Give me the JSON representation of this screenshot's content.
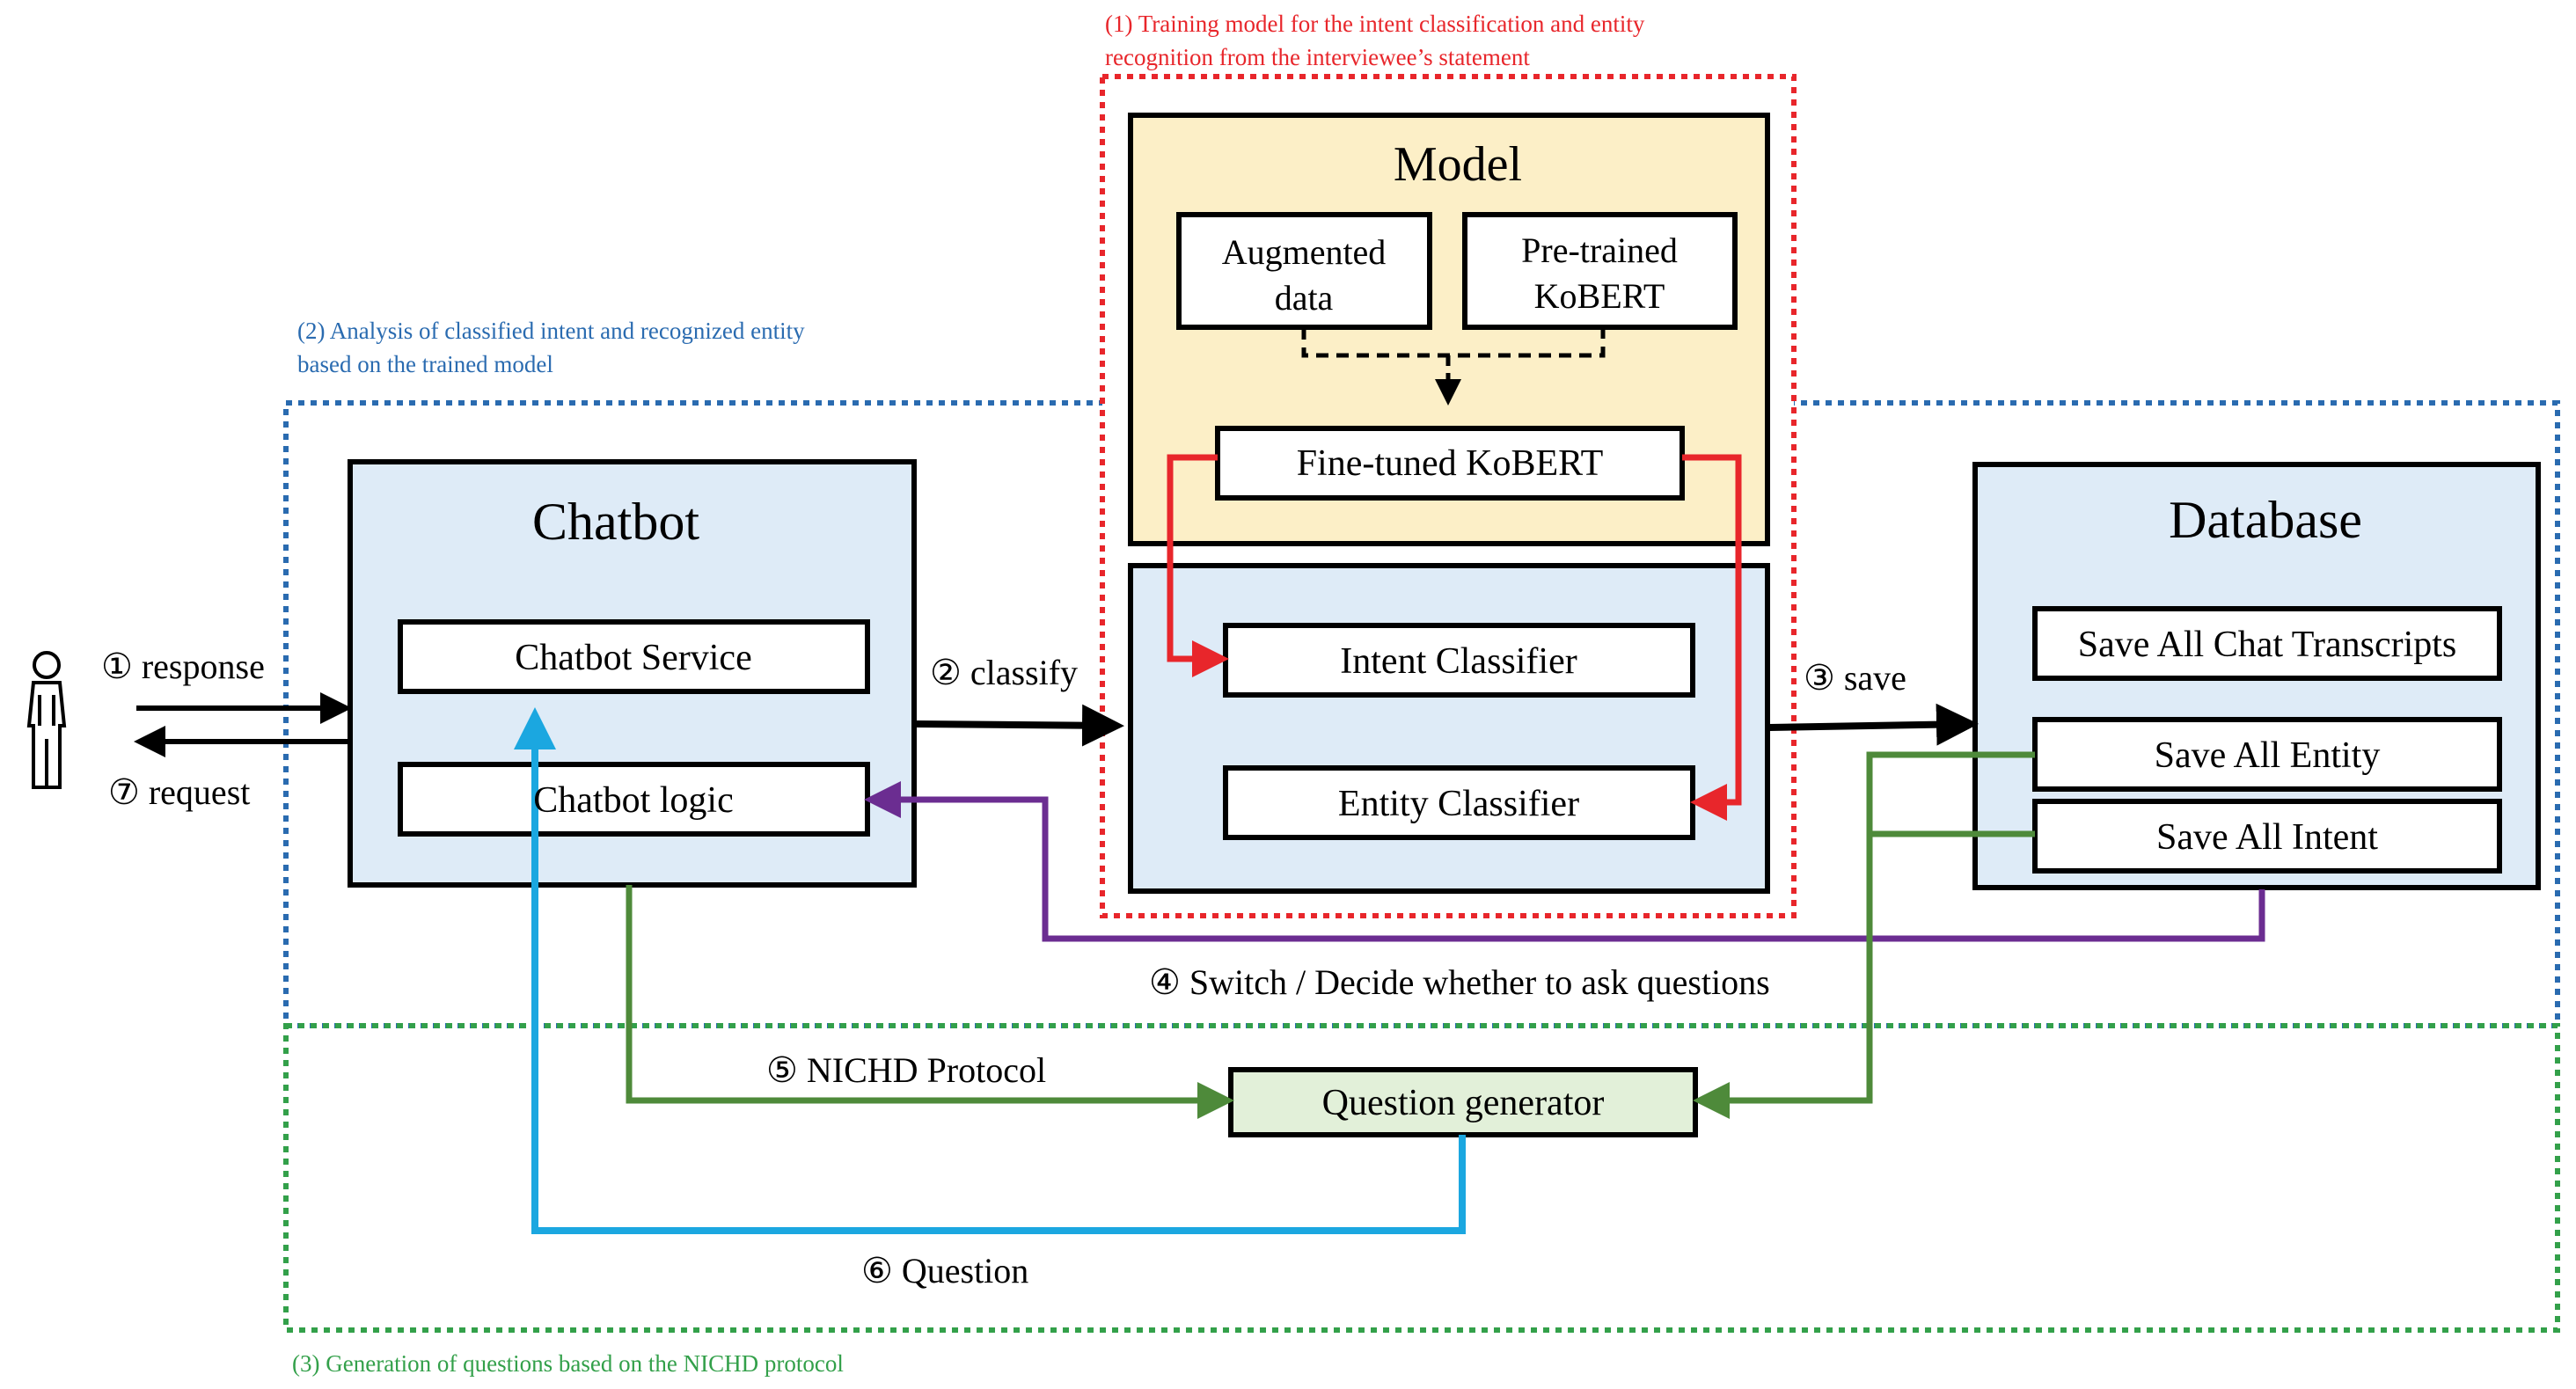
{
  "regions": {
    "training": {
      "caption_line1": "(1) Training model for the intent classification and entity",
      "caption_line2": "recognition  from the interviewee’s statement",
      "color": "#e8262b"
    },
    "analysis": {
      "caption_line1": "(2) Analysis of classified intent and recognized entity",
      "caption_line2": "based on the trained model",
      "color": "#2a6bb0"
    },
    "generation": {
      "caption": "(3) Generation of questions based on the NICHD protocol",
      "color": "#33a04a"
    }
  },
  "model": {
    "title": "Model",
    "augmented_line1": "Augmented",
    "augmented_line2": "data",
    "pretrained_line1": "Pre-trained",
    "pretrained_line2": "KoBERT",
    "finetuned": "Fine-tuned KoBERT",
    "fill": "#fcefc7"
  },
  "classifier": {
    "intent": "Intent Classifier",
    "entity": "Entity Classifier"
  },
  "chatbot": {
    "title": "Chatbot",
    "service": "Chatbot Service",
    "logic": "Chatbot logic",
    "fill": "#deebf7"
  },
  "database": {
    "title": "Database",
    "transcripts": "Save All Chat Transcripts",
    "entity": "Save All Entity",
    "intent": "Save All Intent"
  },
  "question_generator": {
    "label": "Question generator",
    "fill": "#e2f0d9"
  },
  "steps": {
    "response": "① response",
    "classify": "② classify",
    "save": "③ save",
    "switch": "④ Switch / Decide whether to ask questions",
    "nichd": "⑤ NICHD Protocol",
    "question": "⑥ Question",
    "request": "⑦ request"
  },
  "arrow_colors": {
    "red": "#e8262b",
    "purple": "#6b2d91",
    "green": "#4e8a3a",
    "blue": "#1ba7e0",
    "black": "#000000"
  },
  "icons": {
    "user": "person-icon"
  }
}
